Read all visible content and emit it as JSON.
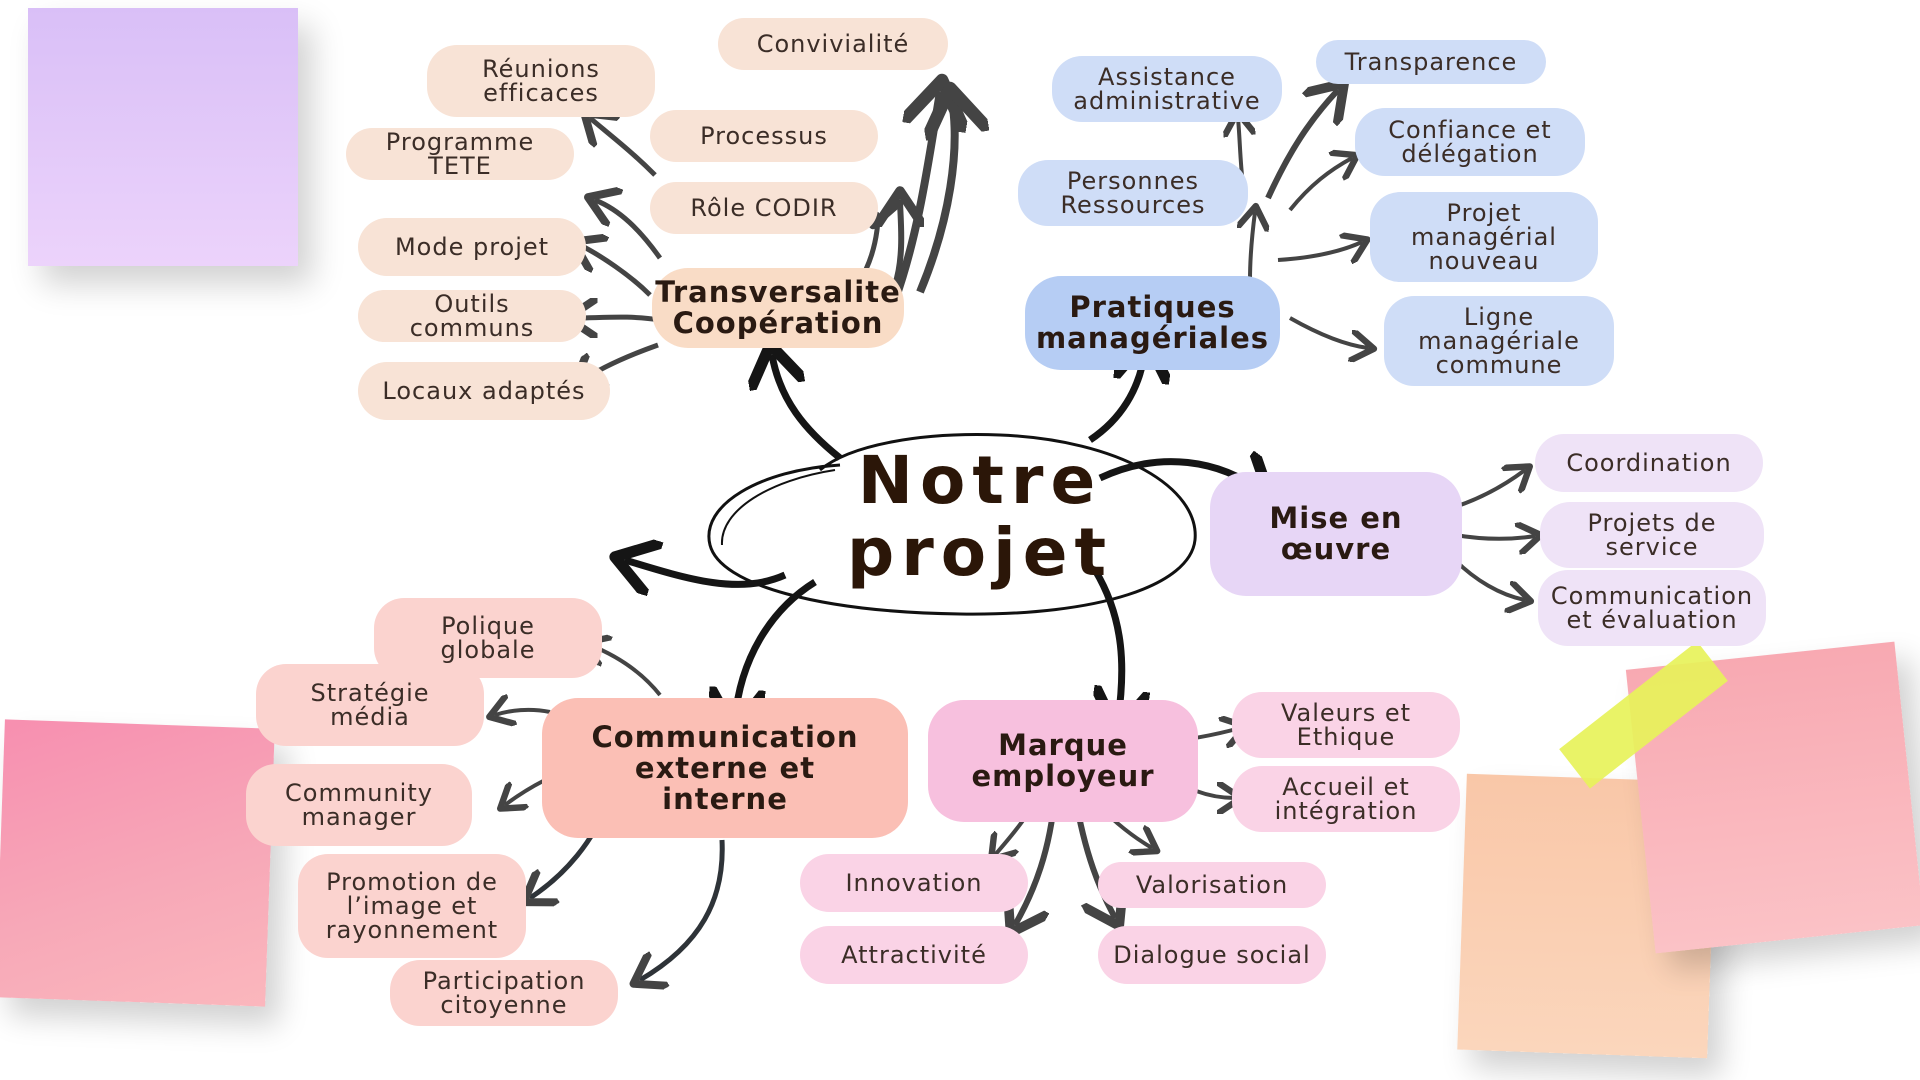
{
  "center": {
    "title": "Notre\nprojet"
  },
  "transversalite": {
    "title": "Transversalite\nCoopération",
    "items": [
      "Convivialité",
      "Réunions\nefficaces",
      "Processus",
      "Programme TETE",
      "Rôle CODIR",
      "Mode projet",
      "Outils communs",
      "Locaux adaptés"
    ]
  },
  "pratiques": {
    "title": "Pratiques\nmanagériales",
    "items": [
      "Assistance\nadministrative",
      "Transparence",
      "Confiance et\ndélégation",
      "Personnes\nRessources",
      "Projet\nmanagérial\nnouveau",
      "Ligne\nmanagériale\ncommune"
    ]
  },
  "mise_en_oeuvre": {
    "title": "Mise en\nœuvre",
    "items": [
      "Coordination",
      "Projets de\nservice",
      "Communication\net évaluation"
    ]
  },
  "marque": {
    "title": "Marque\nemployeur",
    "items": [
      "Valeurs et\nEthique",
      "Accueil et\nintégration",
      "Innovation",
      "Valorisation",
      "Attractivité",
      "Dialogue social"
    ]
  },
  "communication": {
    "title": "Communication\nexterne et\ninterne",
    "items": [
      "Polique\nglobale",
      "Stratégie\nmédia",
      "Community\nmanager",
      "Promotion de\nl’image et\nrayonnement",
      "Participation\ncitoyenne"
    ]
  },
  "colors": {
    "peach": "#f8e3d6",
    "blue": "#cfddf7",
    "lavender": "#efe3f7",
    "pink": "#fad3e6",
    "salmon": "#fbd3cf",
    "arrow_dark": "#151515",
    "arrow_grey": "#444444"
  }
}
